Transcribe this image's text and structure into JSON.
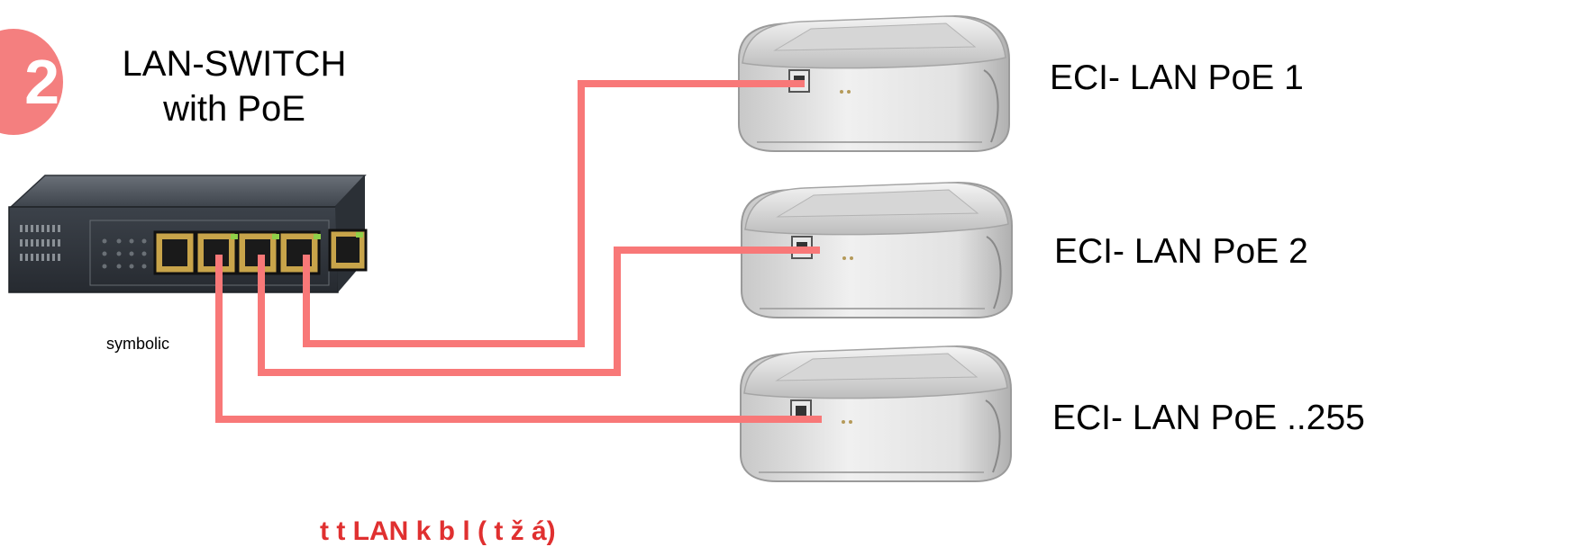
{
  "step_badge": "2",
  "switch": {
    "title_line1": "LAN-SWITCH",
    "title_line2": "with PoE",
    "note": "symbolic"
  },
  "devices": [
    {
      "label": "ECI- LAN PoE 1"
    },
    {
      "label": "ECI- LAN PoE 2"
    },
    {
      "label": "ECI- LAN PoE ..255"
    }
  ],
  "bottom_caption": "t t LAN k b l ( t ž á)",
  "colors": {
    "cable": "#f87878",
    "badge": "#f47f7f",
    "caption": "#e03030"
  }
}
